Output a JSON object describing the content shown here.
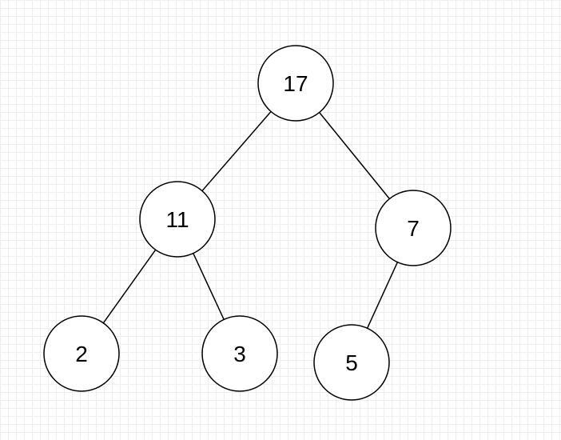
{
  "tree": {
    "nodes": [
      {
        "id": "n17",
        "label": "17"
      },
      {
        "id": "n11",
        "label": "11"
      },
      {
        "id": "n7",
        "label": "7"
      },
      {
        "id": "n2",
        "label": "2"
      },
      {
        "id": "n3",
        "label": "3"
      },
      {
        "id": "n5",
        "label": "5"
      }
    ],
    "edges": [
      {
        "from": "n17",
        "to": "n11"
      },
      {
        "from": "n17",
        "to": "n7"
      },
      {
        "from": "n11",
        "to": "n2"
      },
      {
        "from": "n11",
        "to": "n3"
      },
      {
        "from": "n7",
        "to": "n5"
      }
    ]
  }
}
